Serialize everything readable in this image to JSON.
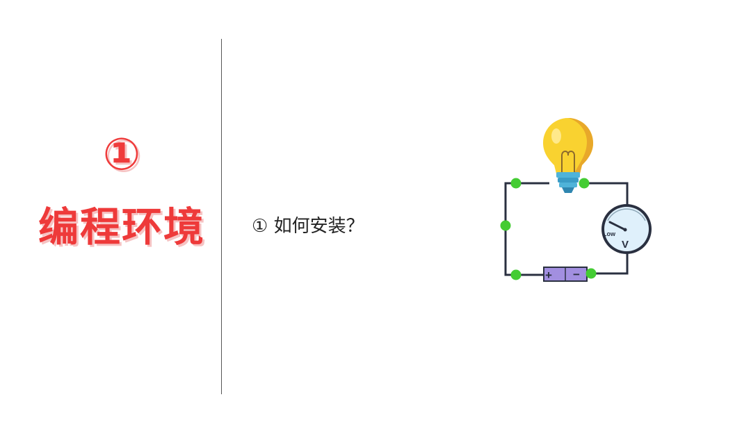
{
  "slide": {
    "section_number": "①",
    "section_title": "编程环境",
    "question": "①  如何安装？"
  },
  "illustration": {
    "meter_label_low": "Low",
    "meter_label_v": "V",
    "battery_plus": "+",
    "battery_minus": "−"
  },
  "colors": {
    "title_red": "#ee3a3a",
    "title_shadow": "#f6c3c3",
    "divider": "#555555",
    "wire": "#2a3040",
    "node_green": "#44cc33",
    "bulb_yellow": "#f9d230",
    "bulb_base": "#4fb3d9",
    "battery": "#a28fe0",
    "meter_face": "#dff0fb"
  }
}
